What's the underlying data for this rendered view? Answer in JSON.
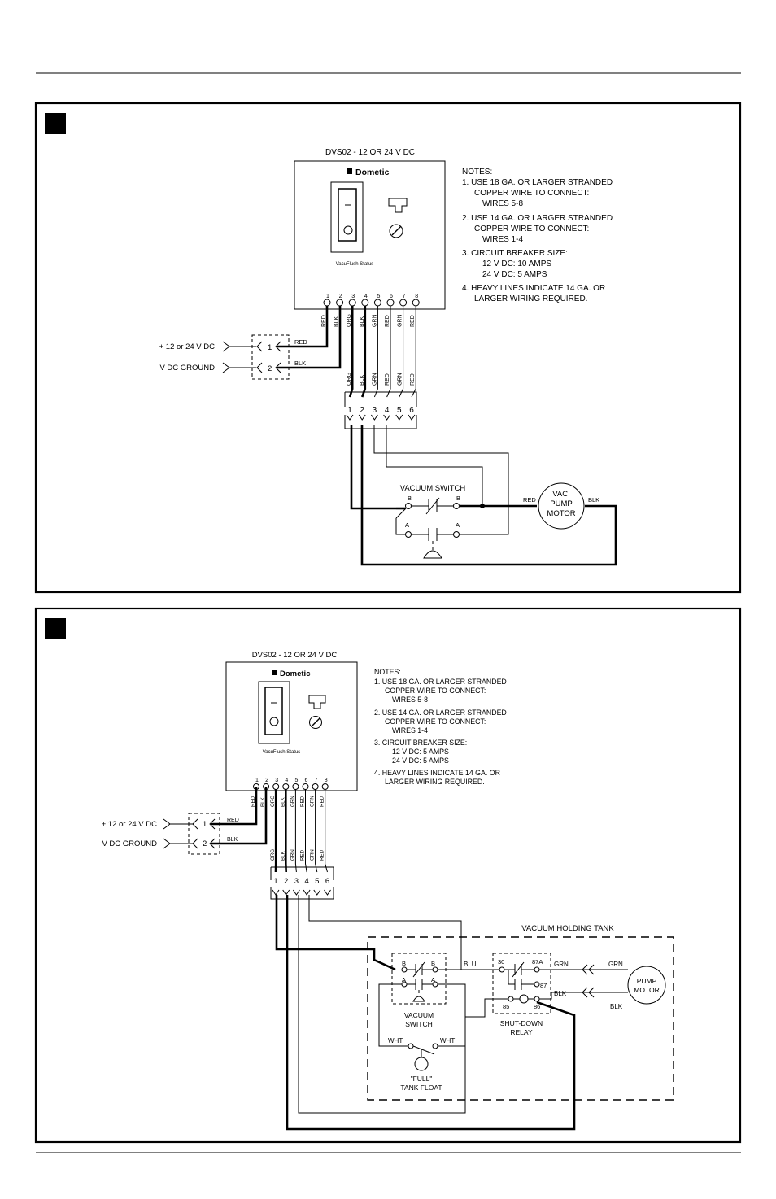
{
  "diagrams": [
    {
      "unit_title": "DVS02 - 12 OR 24 V DC",
      "brand": "Dometic",
      "panel_label": "VacuFlush Status",
      "terminal_numbers": [
        "1",
        "2",
        "3",
        "4",
        "5",
        "6",
        "7",
        "8"
      ],
      "wire_colors": [
        "RED",
        "BLK",
        "ORG",
        "BLK",
        "GRN",
        "RED",
        "GRN",
        "RED"
      ],
      "lower_wire_colors": [
        "ORG",
        "BLK",
        "GRN",
        "RED",
        "GRN",
        "RED"
      ],
      "connector_numbers": [
        "1",
        "2",
        "3",
        "4",
        "5",
        "6"
      ],
      "breaker_numbers": [
        "1",
        "2"
      ],
      "supply_label": "+ 12 or 24 V DC",
      "ground_label": "V DC GROUND",
      "red_label": "RED",
      "blk_label": "BLK",
      "notes_title": "NOTES:",
      "notes": [
        [
          "1.  USE 18 GA. OR LARGER STRANDED",
          "COPPER WIRE TO CONNECT:",
          "WIRES 5-8"
        ],
        [
          "2.  USE 14 GA. OR LARGER STRANDED",
          "COPPER WIRE TO CONNECT:",
          "WIRES 1-4"
        ],
        [
          "3.  CIRCUIT BREAKER SIZE:",
          "12 V DC: 10 AMPS",
          "24 V DC: 5 AMPS"
        ],
        [
          "4.  HEAVY LINES INDICATE 14 GA. OR",
          "LARGER WIRING REQUIRED."
        ]
      ],
      "vacuum_switch_label": "VACUUM SWITCH",
      "contact_b": "B",
      "contact_a": "A",
      "motor_lines": [
        "VAC.",
        "PUMP",
        "MOTOR"
      ],
      "motor_red": "RED",
      "motor_blk": "BLK"
    },
    {
      "unit_title": "DVS02 - 12 OR 24 V DC",
      "brand": "Dometic",
      "panel_label": "VacuFlush Status",
      "terminal_numbers": [
        "1",
        "2",
        "3",
        "4",
        "5",
        "6",
        "7",
        "8"
      ],
      "wire_colors": [
        "RED",
        "BLK",
        "ORG",
        "BLK",
        "GRN",
        "RED",
        "GRN",
        "RED"
      ],
      "lower_wire_colors": [
        "ORG",
        "BLK",
        "GRN",
        "RED",
        "GRN",
        "RED"
      ],
      "connector_numbers": [
        "1",
        "2",
        "3",
        "4",
        "5",
        "6"
      ],
      "breaker_numbers": [
        "1",
        "2"
      ],
      "supply_label": "+ 12 or 24 V DC",
      "ground_label": "V DC GROUND",
      "red_label": "RED",
      "blk_label": "BLK",
      "notes_title": "NOTES:",
      "notes": [
        [
          "1.  USE 18 GA. OR LARGER STRANDED",
          "COPPER WIRE TO CONNECT:",
          "WIRES 5-8"
        ],
        [
          "2.  USE 14 GA. OR LARGER STRANDED",
          "COPPER WIRE TO CONNECT:",
          "WIRES 1-4"
        ],
        [
          "3.  CIRCUIT BREAKER SIZE:",
          "12 V DC: 5 AMPS",
          "24 V DC: 5 AMPS"
        ],
        [
          "4.  HEAVY LINES INDICATE 14 GA. OR",
          "LARGER WIRING REQUIRED."
        ]
      ],
      "tank_label": "VACUUM HOLDING TANK",
      "vacuum_switch_lines": [
        "VACUUM",
        "SWITCH"
      ],
      "contact_b": "B",
      "contact_a": "A",
      "blu_label": "BLU",
      "relay_pins": [
        "30",
        "87A",
        "87",
        "85",
        "86"
      ],
      "relay_lines": [
        "SHUT-DOWN",
        "RELAY"
      ],
      "grn_label": "GRN",
      "blk_label2": "BLK",
      "motor_lines": [
        "PUMP",
        "MOTOR"
      ],
      "wht_label": "WHT",
      "float_lines": [
        "\"FULL\"",
        "TANK FLOAT"
      ]
    }
  ]
}
